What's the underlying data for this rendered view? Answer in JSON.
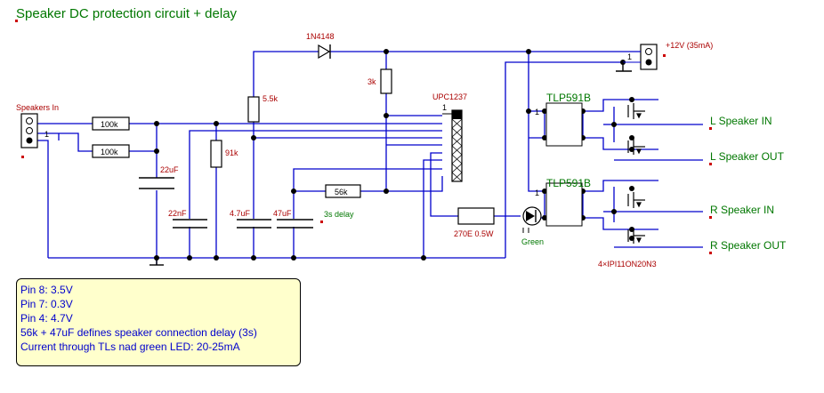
{
  "title": "Speaker DC protection circuit + delay",
  "components": {
    "diode": "1N4148",
    "r_3k": "3k",
    "r_5k5": "5.5k",
    "r_100k_1": "100k",
    "r_100k_2": "100k",
    "r_91k": "91k",
    "r_56k": "56k",
    "r_270": "270E 0.5W",
    "c_22uF": "22uF",
    "c_22nF": "22nF",
    "c_4u7": "4.7uF",
    "c_47uF": "47uF",
    "ic": "UPC1237",
    "ic_pin": "1",
    "delay_label": "3s delay",
    "supply_label": "+12V (35mA)",
    "supply_pin": "1",
    "tlp_top": "TLP591B",
    "tlp_bottom": "TLP591B",
    "tlp_top_pin": "1",
    "tlp_bottom_pin": "1",
    "led": "Green",
    "mosfets": "4×IPI11ON20N3",
    "input_conn": "Speakers In",
    "input_pin": "1"
  },
  "outputs": {
    "l_in": "L Speaker IN",
    "l_out": "L Speaker OUT",
    "r_in": "R Speaker IN",
    "r_out": "R Speaker OUT"
  },
  "notes": [
    "Pin 8: 3.5V",
    "Pin 7: 0.3V",
    "Pin 4: 4.7V",
    "56k + 47uF defines speaker connection delay (3s)",
    "Current through TLs nad green LED: 20-25mA"
  ],
  "colors": {
    "wire": "#0000cc",
    "label_red": "#aa0000",
    "label_green": "#007700",
    "outline": "#000000",
    "note_bg": "#ffffcc"
  }
}
